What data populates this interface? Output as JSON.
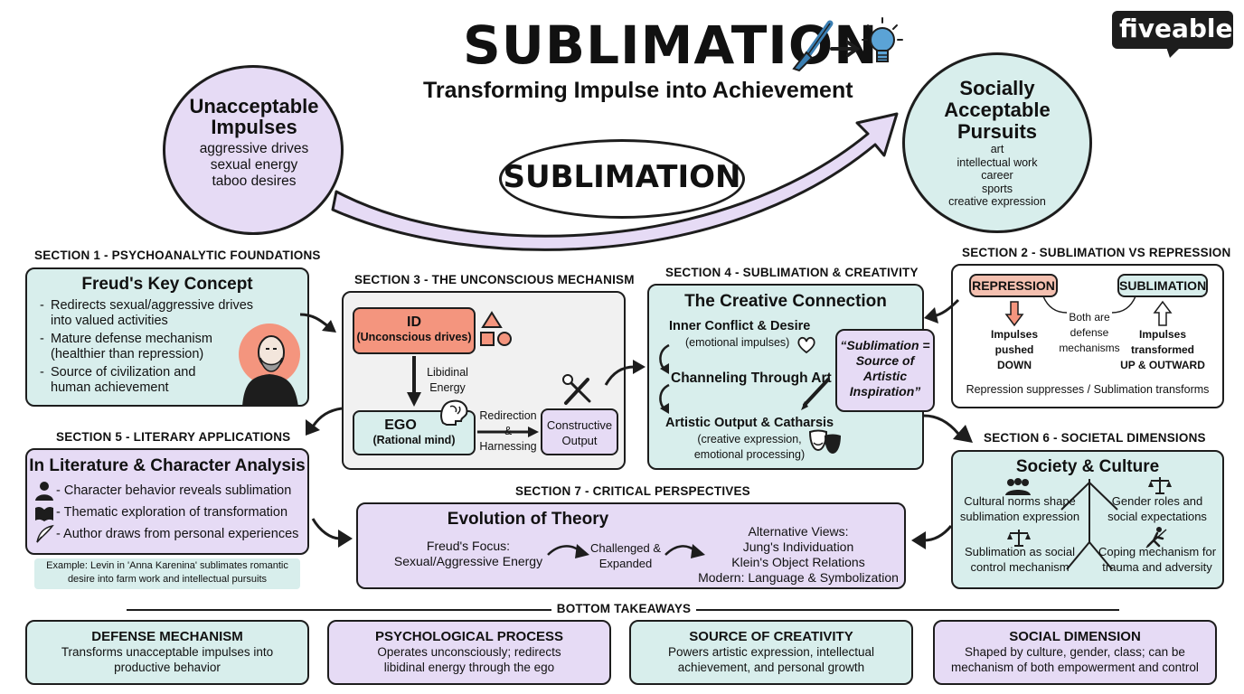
{
  "header": {
    "title": "SUBLIMATION",
    "subtitle": "Transforming Impulse into Achievement",
    "logo": "fiveable",
    "center_label": "SUBLIMATION"
  },
  "left_circle": {
    "title_lines": [
      "Unacceptable",
      "Impulses"
    ],
    "items": [
      "aggressive drives",
      "sexual energy",
      "taboo desires"
    ]
  },
  "right_circle": {
    "title_lines": [
      "Socially",
      "Acceptable",
      "Pursuits"
    ],
    "items": [
      "art",
      "intellectual work",
      "career",
      "sports",
      "creative expression"
    ]
  },
  "section1": {
    "heading": "SECTION 1 - PSYCHOANALYTIC FOUNDATIONS",
    "title": "Freud's Key Concept",
    "bullets": [
      [
        "Redirects sexual/aggressive drives",
        "into valued activities"
      ],
      [
        "Mature defense mechanism",
        "(healthier than repression)"
      ],
      [
        "Source of civilization and",
        "human achievement"
      ]
    ]
  },
  "section2": {
    "heading": "SECTION 2 - SUBLIMATION VS REPRESSION",
    "repression": "REPRESSION",
    "sublimation": "SUBLIMATION",
    "both": [
      "Both are",
      "defense",
      "mechanisms"
    ],
    "rep_desc": [
      "Impulses",
      "pushed",
      "DOWN"
    ],
    "sub_desc": [
      "Impulses",
      "transformed",
      "UP & OUTWARD"
    ],
    "footer": "Repression suppresses / Sublimation transforms"
  },
  "section3": {
    "heading": "SECTION 3 - THE UNCONSCIOUS MECHANISM",
    "id_title": "ID",
    "id_sub": "(Unconscious drives)",
    "libidinal": [
      "Libidinal",
      "Energy"
    ],
    "ego_title": "EGO",
    "ego_sub": "(Rational mind)",
    "redirection": [
      "Redirection",
      "&",
      "Harnessing"
    ],
    "output": [
      "Constructive",
      "Output"
    ]
  },
  "section4": {
    "heading": "SECTION 4 - SUBLIMATION & CREATIVITY",
    "title": "The Creative Connection",
    "step1": "Inner Conflict & Desire",
    "step1_sub": "(emotional impulses)",
    "step2": "Channeling Through Art",
    "step3": "Artistic Output & Catharsis",
    "step3_sub": [
      "(creative expression,",
      "emotional processing)"
    ],
    "quote": [
      "“Sublimation =",
      "Source of",
      "Artistic",
      "Inspiration”"
    ]
  },
  "section5": {
    "heading": "SECTION 5 - LITERARY APPLICATIONS",
    "title": "In Literature & Character Analysis",
    "items": [
      "- Character behavior reveals sublimation",
      "- Thematic exploration of transformation",
      "- Author draws from personal experiences"
    ],
    "example": [
      "Example: Levin in 'Anna Karenina' sublimates romantic",
      "desire into farm work and intellectual pursuits"
    ]
  },
  "section6": {
    "heading": "SECTION 6 - SOCIETAL DIMENSIONS",
    "title": "Society & Culture",
    "q1": [
      "Cultural norms shape",
      "sublimation expression"
    ],
    "q2": [
      "Gender roles and",
      "social expectations"
    ],
    "q3": [
      "Sublimation as social",
      "control mechanism"
    ],
    "q4": [
      "Coping mechanism for",
      "trauma and adversity"
    ]
  },
  "section7": {
    "heading": "SECTION 7 - CRITICAL PERSPECTIVES",
    "title": "Evolution of Theory",
    "freud": [
      "Freud's Focus:",
      "Sexual/Aggressive Energy"
    ],
    "challenged": [
      "Challenged &",
      "Expanded"
    ],
    "alt": [
      "Alternative Views:",
      "Jung's Individuation",
      "Klein's Object Relations",
      "Modern: Language & Symbolization"
    ]
  },
  "takeaways": {
    "heading": "BOTTOM TAKEAWAYS",
    "cards": [
      {
        "title": "DEFENSE MECHANISM",
        "lines": [
          "Transforms unacceptable impulses into",
          "productive behavior"
        ]
      },
      {
        "title": "PSYCHOLOGICAL PROCESS",
        "lines": [
          "Operates unconsciously; redirects",
          "libidinal energy through the ego"
        ]
      },
      {
        "title": "SOURCE OF CREATIVITY",
        "lines": [
          "Powers artistic expression, intellectual",
          "achievement, and personal growth"
        ]
      },
      {
        "title": "SOCIAL DIMENSION",
        "lines": [
          "Shaped by culture, gender, class; can be",
          "mechanism of both empowerment and control"
        ]
      }
    ]
  },
  "colors": {
    "teal": "#d8eeec",
    "lavender": "#e6dbf5",
    "salmon": "#f4957e",
    "ink": "#1d1d1d"
  },
  "icons": [
    "paintbrush-icon",
    "lightbulb-icon",
    "freud-portrait-icon",
    "shapes-icon",
    "brain-icon",
    "tools-icon",
    "heart-icon",
    "pen-icon",
    "theater-masks-icon",
    "person-icon",
    "book-icon",
    "quill-icon",
    "people-icon",
    "scales-icon",
    "climber-icon"
  ]
}
